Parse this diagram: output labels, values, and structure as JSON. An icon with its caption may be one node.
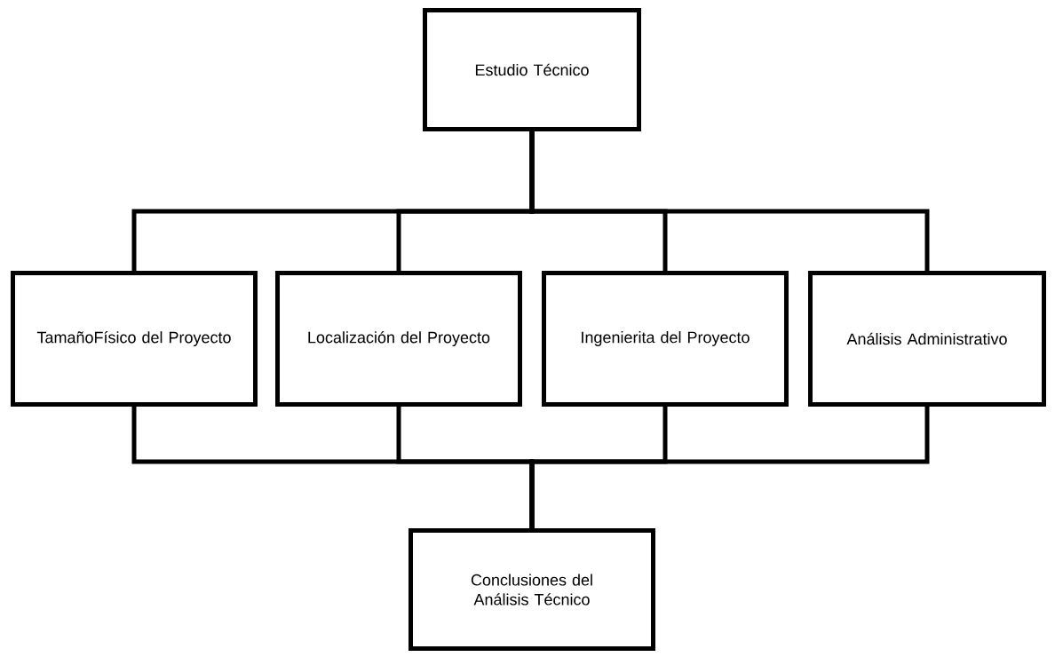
{
  "diagram": {
    "nodes": [
      {
        "text": [
          "Estudio Técnico"
        ]
      },
      {
        "text": [
          "TamañoFísico del Proyecto"
        ]
      },
      {
        "text": [
          "Localización del Proyecto"
        ]
      },
      {
        "text": [
          "Ingenierita del Proyecto"
        ]
      },
      {
        "text": [
          "Análisis Administrativo"
        ]
      },
      {
        "text": [
          "Conclusiones del Análisis Técnico"
        ]
      }
    ],
    "edges": [
      {
        "from": 0,
        "to": 1,
        "arrow": "none"
      },
      {
        "from": 0,
        "to": 2,
        "arrow": "none"
      },
      {
        "from": 0,
        "to": 3,
        "arrow": "none"
      },
      {
        "from": 0,
        "to": 4,
        "arrow": "none"
      },
      {
        "from": 1,
        "to": 5,
        "arrow": "none"
      },
      {
        "from": 2,
        "to": 5,
        "arrow": "none"
      },
      {
        "from": 3,
        "to": 5,
        "arrow": "none"
      },
      {
        "from": 4,
        "to": 5,
        "arrow": "none"
      }
    ]
  }
}
